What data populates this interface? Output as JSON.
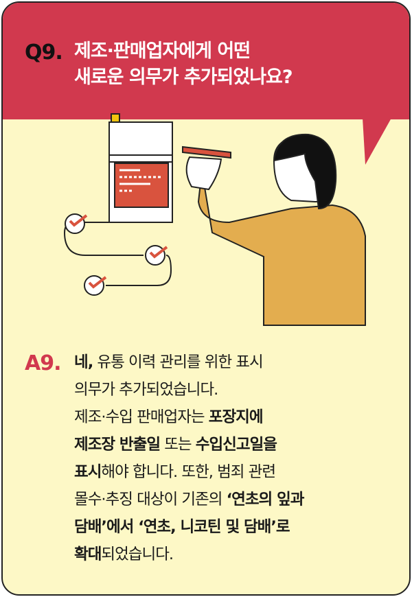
{
  "colors": {
    "accent": "#d1394e",
    "background": "#fdf8c6",
    "text": "#1a1a1a"
  },
  "question": {
    "label": "Q9.",
    "lines": [
      "제조·판매업자에게 어떤",
      "새로운 의무가 추가되었나요?"
    ]
  },
  "answer": {
    "label": "A9.",
    "lines": [
      [
        {
          "t": "네,",
          "b": true
        },
        {
          "t": " 유통 이력 관리를 위한 표시",
          "b": false
        }
      ],
      [
        {
          "t": "의무가 추가되었습니다.",
          "b": false
        }
      ],
      [
        {
          "t": "제조·수입 판매업자는 ",
          "b": false
        },
        {
          "t": "포장지에",
          "b": true
        }
      ],
      [
        {
          "t": "제조장 반출일",
          "b": true
        },
        {
          "t": " 또는 ",
          "b": false
        },
        {
          "t": "수입신고일을",
          "b": true
        }
      ],
      [
        {
          "t": "표시",
          "b": true
        },
        {
          "t": "해야 합니다. 또한, 범죄 관련",
          "b": false
        }
      ],
      [
        {
          "t": "몰수·추징 대상이 기존의 ",
          "b": false
        },
        {
          "t": "‘연초의 잎과",
          "b": true
        }
      ],
      [
        {
          "t": "담배’에서 ‘연초, 니코틴 및 담배’로",
          "b": true
        }
      ],
      [
        {
          "t": "확대",
          "b": true
        },
        {
          "t": "되었습니다.",
          "b": false
        }
      ]
    ]
  },
  "illustration": {
    "icons": [
      "cigarette-pack-icon",
      "checklist-path-icon",
      "person-with-pen-icon"
    ]
  }
}
